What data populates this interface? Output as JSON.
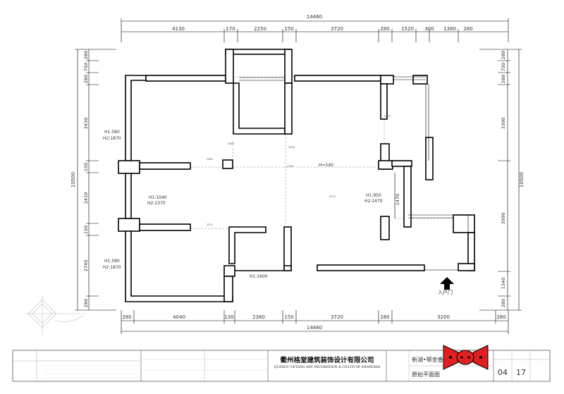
{
  "dims": {
    "top_total": "14460",
    "top": [
      "4130",
      "170",
      "2250",
      "150",
      "3720",
      "280",
      "1520",
      "300",
      "1380",
      "280"
    ],
    "bottom_total": "14460",
    "bottom": [
      "280",
      "4040",
      "130",
      "2380",
      "150",
      "3720",
      "280",
      "3200",
      "280"
    ],
    "left_total": "10500",
    "left": [
      "280",
      "750",
      "280",
      "3430",
      "150",
      "2410",
      "150",
      "2740",
      "280"
    ],
    "right_total": "10500",
    "right_a": [
      "280",
      "750",
      "280",
      "3300",
      "3990",
      "1340",
      "280"
    ],
    "right_inner": "1470"
  },
  "annotations": {
    "h1_580_a": "H1:580",
    "h2_1870_a": "H2:1870",
    "h1_1040": "H1:1040",
    "h2_1370": "H2:1370",
    "h1_580_b": "H1:580",
    "h2_1870_b": "H2:1870",
    "h1_950": "H1:950",
    "h2_1470": "H2:1470",
    "h_540": "H=540",
    "h1_1600": "H1:1600",
    "e2660": "2660",
    "e2628": "2628",
    "e2536": "2536",
    "e2660b": "2660",
    "e2625": "2625",
    "e2575": "2575",
    "e2570": "2570",
    "entrance": "入户门"
  },
  "title_block": {
    "company_cn": "衢州格堂建筑装饰设计有限公司",
    "company_en": "QUZHOU GETANG ADC DECORATION  & CO.LTD OF SHANGHAI",
    "project": "新湖•鄂金香",
    "drawing": "原始平面图",
    "page_no": "04",
    "page_total": "17"
  }
}
